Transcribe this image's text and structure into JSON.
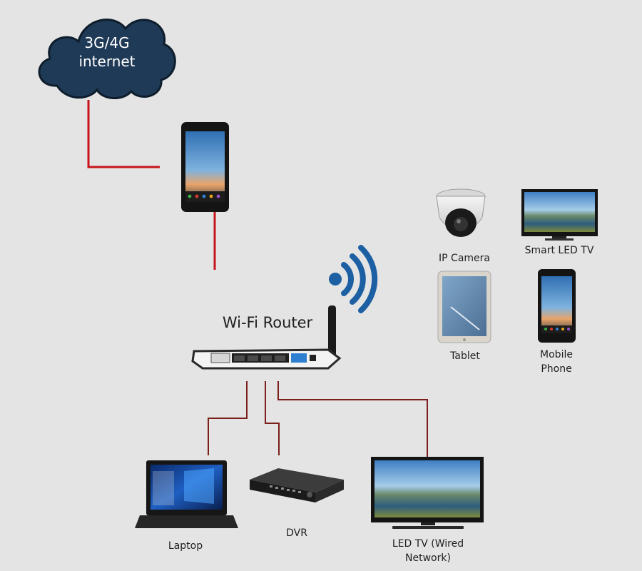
{
  "cloud": {
    "line1": "3G/4G",
    "line2": "internet"
  },
  "router": {
    "label": "Wi-Fi Router"
  },
  "wireless_devices": {
    "ip_camera": "IP Camera",
    "smart_tv": "Smart LED TV",
    "tablet": "Tablet",
    "mobile_line1": "Mobile",
    "mobile_line2": "Phone"
  },
  "wired_devices": {
    "laptop": "Laptop",
    "dvr": "DVR",
    "led_tv_line1": "LED TV (Wired",
    "led_tv_line2": "Network)"
  },
  "colors": {
    "background": "#e4e4e4",
    "uplink_line": "#c8151b",
    "wired_line": "#7a1f1a",
    "wifi_signal": "#1c5fa3",
    "cloud": "#1f3a56"
  },
  "icons": [
    "cloud-icon",
    "smartphone-icon",
    "wifi-signal-icon",
    "router-icon",
    "ip-camera-icon",
    "smart-tv-icon",
    "tablet-icon",
    "mobile-phone-icon",
    "laptop-icon",
    "dvr-icon",
    "led-tv-icon"
  ]
}
